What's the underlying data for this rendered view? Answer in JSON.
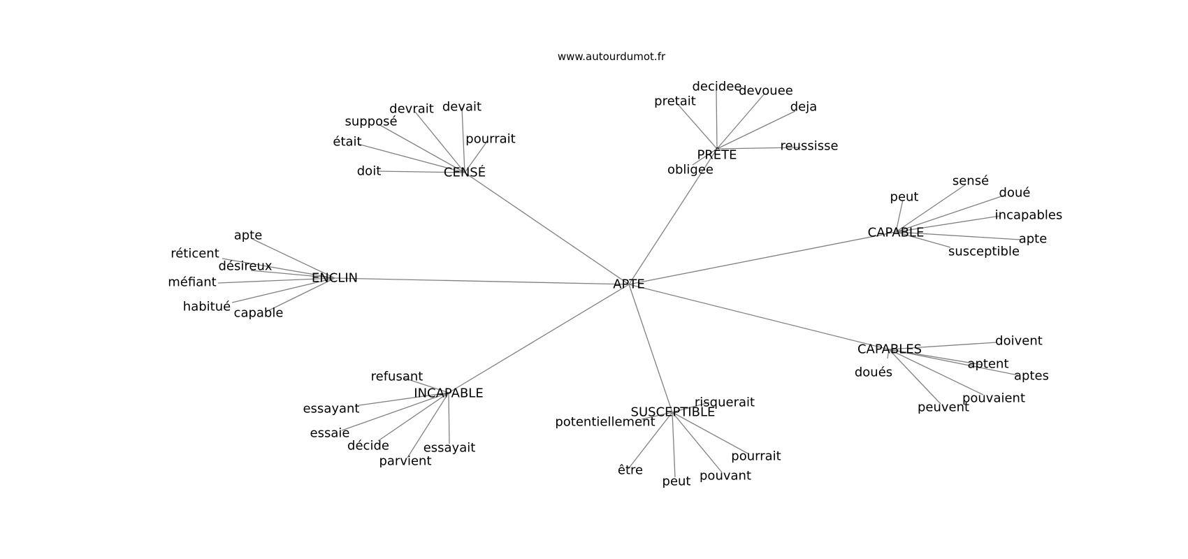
{
  "source": "www.autourdumot.fr",
  "colors": {
    "edge": "#808080",
    "text": "#000000",
    "background": "#ffffff"
  },
  "graph": {
    "center": "APTE",
    "clusters": [
      {
        "hub": "CENSÉ",
        "leaves": [
          "devrait",
          "devait",
          "supposé",
          "pourrait",
          "était",
          "doit"
        ]
      },
      {
        "hub": "PRÊTE",
        "leaves": [
          "decidee",
          "devouee",
          "pretait",
          "deja",
          "reussisse",
          "obligee"
        ]
      },
      {
        "hub": "CAPABLE",
        "leaves": [
          "sensé",
          "peut",
          "doué",
          "incapables",
          "apte",
          "susceptible"
        ]
      },
      {
        "hub": "ENCLIN",
        "leaves": [
          "apte",
          "réticent",
          "désireux",
          "méfiant",
          "habitué",
          "capable"
        ]
      },
      {
        "hub": "CAPABLES",
        "leaves": [
          "doivent",
          "doués",
          "aptent",
          "aptes",
          "pouvaient",
          "peuvent"
        ]
      },
      {
        "hub": "INCAPABLE",
        "leaves": [
          "refusant",
          "essayant",
          "essaie",
          "décide",
          "essayait",
          "parvient"
        ]
      },
      {
        "hub": "SUSCEPTIBLE",
        "leaves": [
          "risquerait",
          "potentiellement",
          "pourrait",
          "pouvant",
          "être",
          "peut"
        ]
      }
    ]
  }
}
